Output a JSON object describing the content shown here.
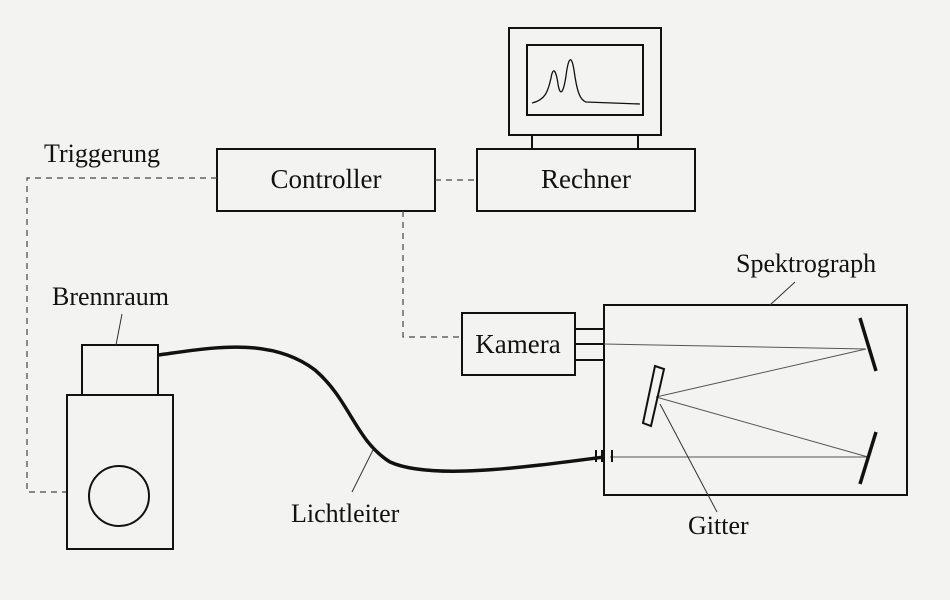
{
  "labels": {
    "triggerung": "Triggerung",
    "controller": "Controller",
    "rechner": "Rechner",
    "spektrograph": "Spektrograph",
    "brennraum": "Brennraum",
    "kamera": "Kamera",
    "lichtleiter": "Lichtleiter",
    "gitter": "Gitter"
  },
  "colors": {
    "background": "#f3f4f1",
    "line": "#111111",
    "dashed": "#444444",
    "beam": "#555555"
  }
}
